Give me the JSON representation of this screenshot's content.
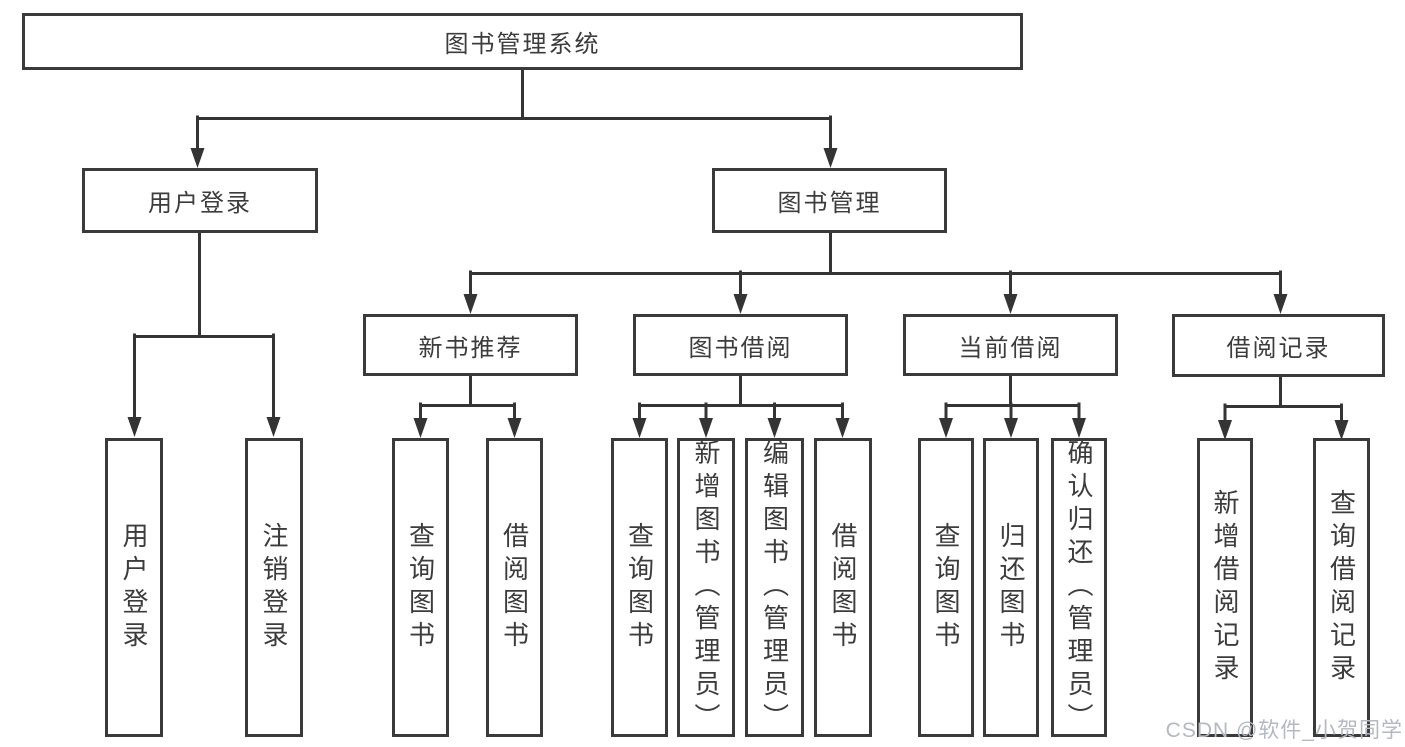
{
  "colors": {
    "background": "#ffffff",
    "box_border": "#3a3a3a",
    "line": "#343434",
    "text": "#3c3c3c",
    "watermark": "#b4b8c0"
  },
  "watermark": {
    "text": "CSDN @软件_小贺同学"
  },
  "tree": {
    "root": {
      "label": "图书管理系统"
    },
    "level2": [
      {
        "label": "用户登录",
        "children": [
          {
            "label": "用户登录"
          },
          {
            "label": "注销登录"
          }
        ]
      },
      {
        "label": "图书管理"
      }
    ],
    "level3": [
      {
        "label": "新书推荐",
        "children": [
          {
            "label": "查询图书"
          },
          {
            "label": "借阅图书"
          }
        ]
      },
      {
        "label": "图书借阅",
        "children": [
          {
            "label": "查询图书"
          },
          {
            "label": "新增图书（管理员）"
          },
          {
            "label": "编辑图书（管理员）"
          },
          {
            "label": "借阅图书"
          }
        ]
      },
      {
        "label": "当前借阅",
        "children": [
          {
            "label": "查询图书"
          },
          {
            "label": "归还图书"
          },
          {
            "label": "确认归还（管理员）"
          }
        ]
      },
      {
        "label": "借阅记录",
        "children": [
          {
            "label": "新增借阅记录"
          },
          {
            "label": "查询借阅记录"
          }
        ]
      }
    ]
  }
}
